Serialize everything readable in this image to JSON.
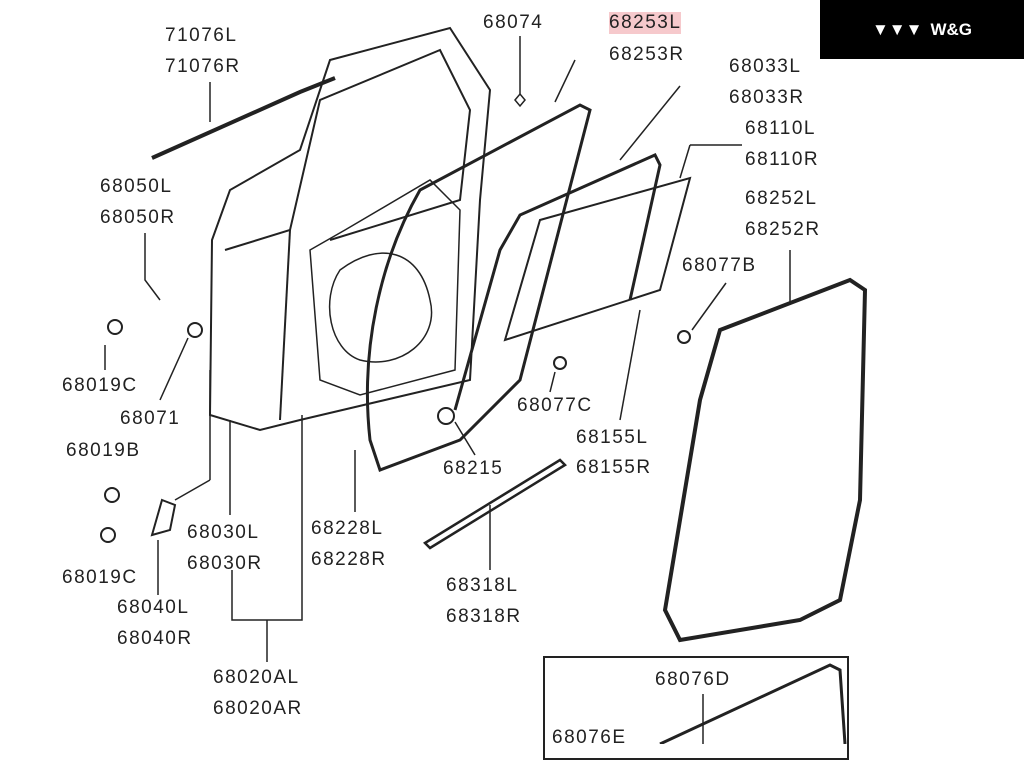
{
  "brand": {
    "name": "W&G",
    "logo_icon": "triangles-logo-icon"
  },
  "highlight_color": "#f6c9cc",
  "labels": {
    "l71076L": "71076L",
    "l71076R": "71076R",
    "l68074": "68074",
    "l68253L": "68253L",
    "l68253R": "68253R",
    "l68033L": "68033L",
    "l68033R": "68033R",
    "l68110L": "68110L",
    "l68110R": "68110R",
    "l68252L": "68252L",
    "l68252R": "68252R",
    "l68077B": "68077B",
    "l68050L": "68050L",
    "l68050R": "68050R",
    "l68019C_a": "68019C",
    "l68071": "68071",
    "l68019B": "68019B",
    "l68077C": "68077C",
    "l68155L": "68155L",
    "l68155R": "68155R",
    "l68215": "68215",
    "l68030L": "68030L",
    "l68030R": "68030R",
    "l68228L": "68228L",
    "l68228R": "68228R",
    "l68019C_b": "68019C",
    "l68040L": "68040L",
    "l68040R": "68040R",
    "l68318L": "68318L",
    "l68318R": "68318R",
    "l68020AL": "68020AL",
    "l68020AR": "68020AR",
    "l68076D": "68076D",
    "l68076E": "68076E"
  }
}
